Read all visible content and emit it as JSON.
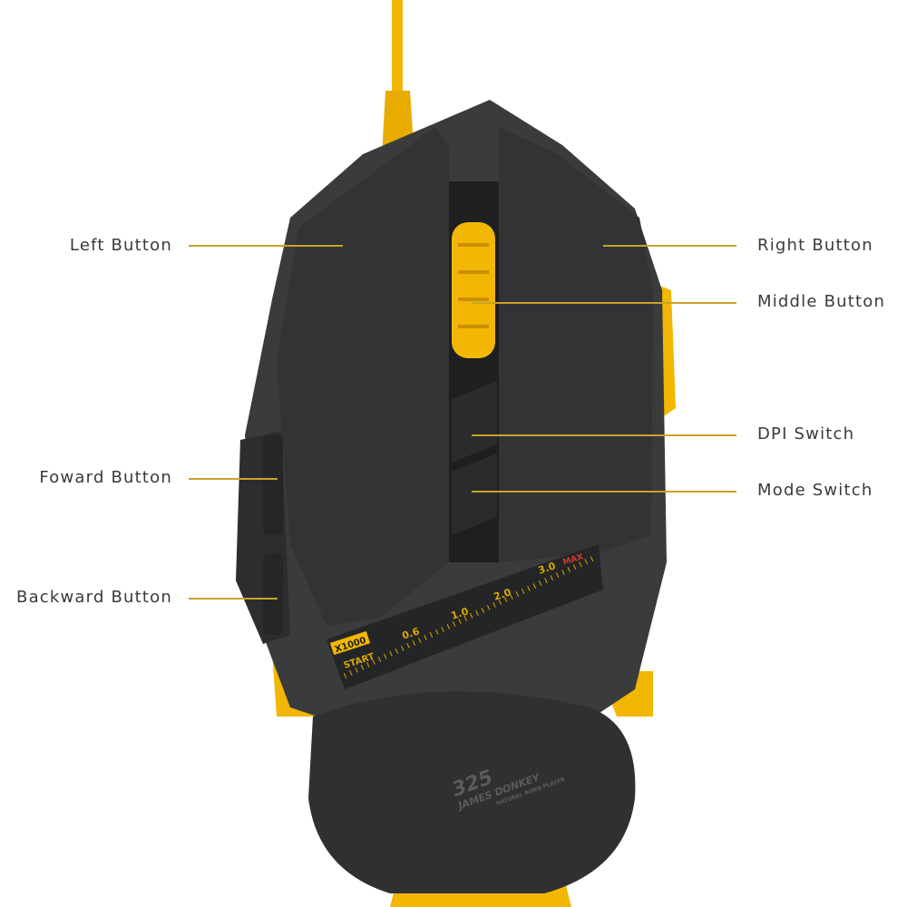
{
  "labels": {
    "left_button": "Left Button",
    "right_button": "Right Button",
    "middle_button": "Middle Button",
    "dpi_switch": "DPI Switch",
    "mode_switch": "Mode Switch",
    "forward_button": "Foward Button",
    "backward_button": "Backward Button"
  },
  "dpi_scale": {
    "multiplier": "X1000",
    "start": "START",
    "ticks": [
      "0.6",
      "1.0",
      "2.0",
      "3.0"
    ],
    "max": "MAX"
  },
  "logo": {
    "number": "325",
    "brand": "JAMES DONKEY",
    "tagline": "NATURAL BORN PLAYER"
  },
  "colors": {
    "accent": "#f2b705",
    "leader_line": "#c9a227",
    "body": "#2e2f31",
    "text": "#3a3a3a",
    "max_red": "#d03a2a"
  }
}
